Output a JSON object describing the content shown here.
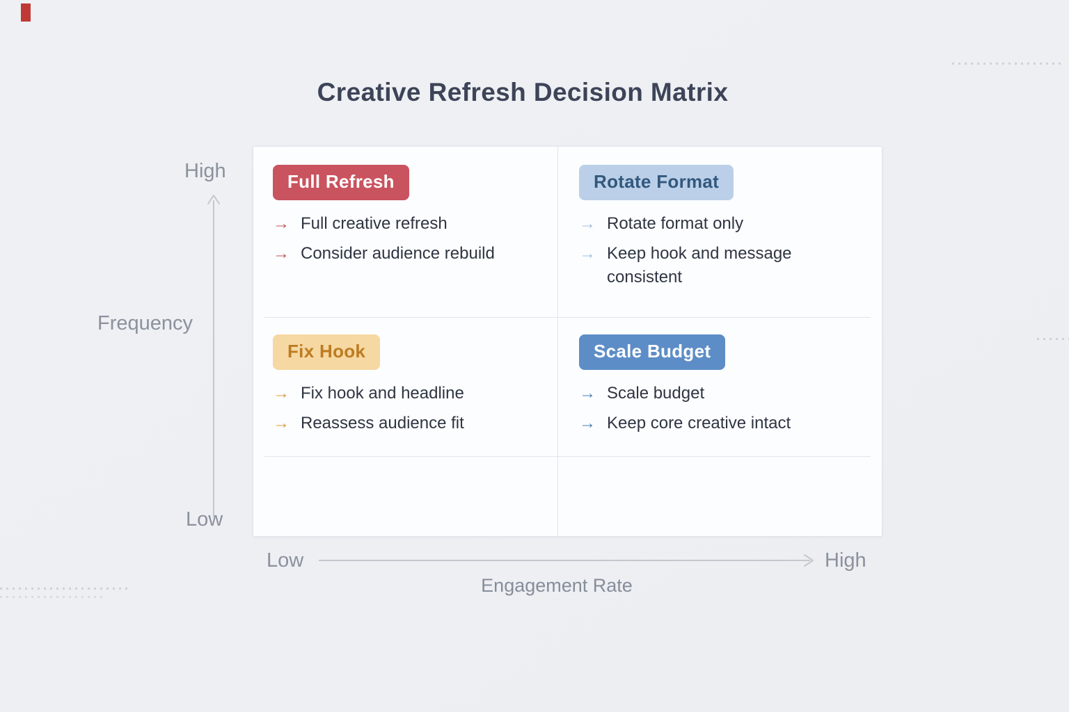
{
  "title": "Creative Refresh Decision Matrix",
  "glyphs": {
    "bullet": "→"
  },
  "y_axis": {
    "label": "Frequency",
    "high": "High",
    "low": "Low"
  },
  "x_axis": {
    "label": "Engagement Rate",
    "low": "Low",
    "high": "High"
  },
  "colors": {
    "axis": "#c3c8cf",
    "panel_border": "#dfe3e9",
    "grid_line": "#e2e5ea"
  },
  "quadrants": [
    {
      "id": "full-refresh",
      "position": "high-frequency-low-engagement",
      "badge": "Full Refresh",
      "badge_bg": "#c9535e",
      "badge_text_color": "#ffffff",
      "arrow_color": "#c4505b",
      "items": [
        "Full creative refresh",
        "Consider audience rebuild"
      ]
    },
    {
      "id": "rotate-format",
      "position": "high-frequency-high-engagement",
      "badge": "Rotate Format",
      "badge_bg": "#bbd0e8",
      "badge_text_color": "#33587e",
      "arrow_color": "#a3bfdc",
      "items": [
        "Rotate format only",
        "Keep hook and message consistent"
      ]
    },
    {
      "id": "fix-hook",
      "position": "low-frequency-low-engagement",
      "badge": "Fix Hook",
      "badge_bg": "#f6d8a2",
      "badge_text_color": "#bd7c22",
      "arrow_color": "#dd9a3e",
      "items": [
        "Fix hook and headline",
        "Reassess audience fit"
      ]
    },
    {
      "id": "scale-budget",
      "position": "low-frequency-high-engagement",
      "badge": "Scale Budget",
      "badge_bg": "#5d8dc6",
      "badge_text_color": "#ffffff",
      "arrow_color": "#4a7eb6",
      "items": [
        "Scale budget",
        "Keep core creative intact"
      ]
    }
  ]
}
